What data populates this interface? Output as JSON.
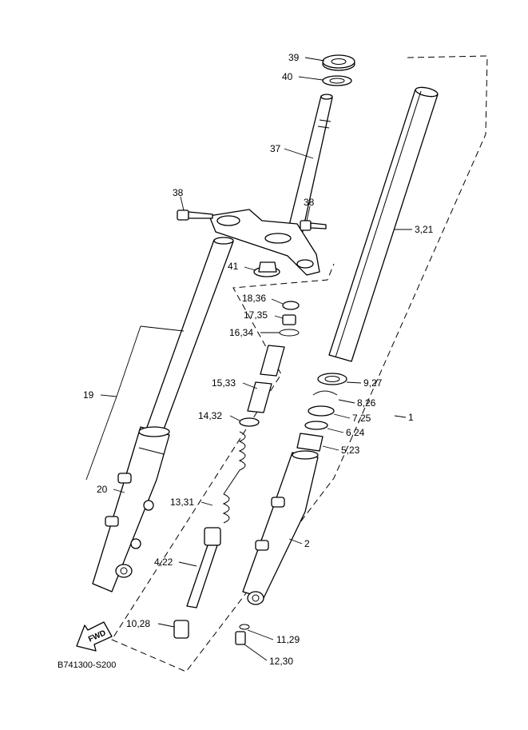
{
  "diagram": {
    "code": "B741300-S200",
    "fwd_label": "FWD",
    "parts": [
      {
        "id": "p39",
        "label": "39"
      },
      {
        "id": "p40",
        "label": "40"
      },
      {
        "id": "p37",
        "label": "37"
      },
      {
        "id": "p38a",
        "label": "38"
      },
      {
        "id": "p38b",
        "label": "38"
      },
      {
        "id": "p3_21",
        "label": "3,21"
      },
      {
        "id": "p41",
        "label": "41"
      },
      {
        "id": "p18_36",
        "label": "18,36"
      },
      {
        "id": "p17_35",
        "label": "17,35"
      },
      {
        "id": "p16_34",
        "label": "16,34"
      },
      {
        "id": "p15_33",
        "label": "15,33"
      },
      {
        "id": "p9_27",
        "label": "9,27"
      },
      {
        "id": "p8_26",
        "label": "8,26"
      },
      {
        "id": "p7_25",
        "label": "7,25"
      },
      {
        "id": "p6_24",
        "label": "6,24"
      },
      {
        "id": "p5_23",
        "label": "5,23"
      },
      {
        "id": "p1",
        "label": "1"
      },
      {
        "id": "p19",
        "label": "19"
      },
      {
        "id": "p14_32",
        "label": "14,32"
      },
      {
        "id": "p20",
        "label": "20"
      },
      {
        "id": "p13_31",
        "label": "13,31"
      },
      {
        "id": "p2",
        "label": "2"
      },
      {
        "id": "p4_22",
        "label": "4,22"
      },
      {
        "id": "p10_28",
        "label": "10,28"
      },
      {
        "id": "p11_29",
        "label": "11,29"
      },
      {
        "id": "p12_30",
        "label": "12,30"
      }
    ]
  }
}
